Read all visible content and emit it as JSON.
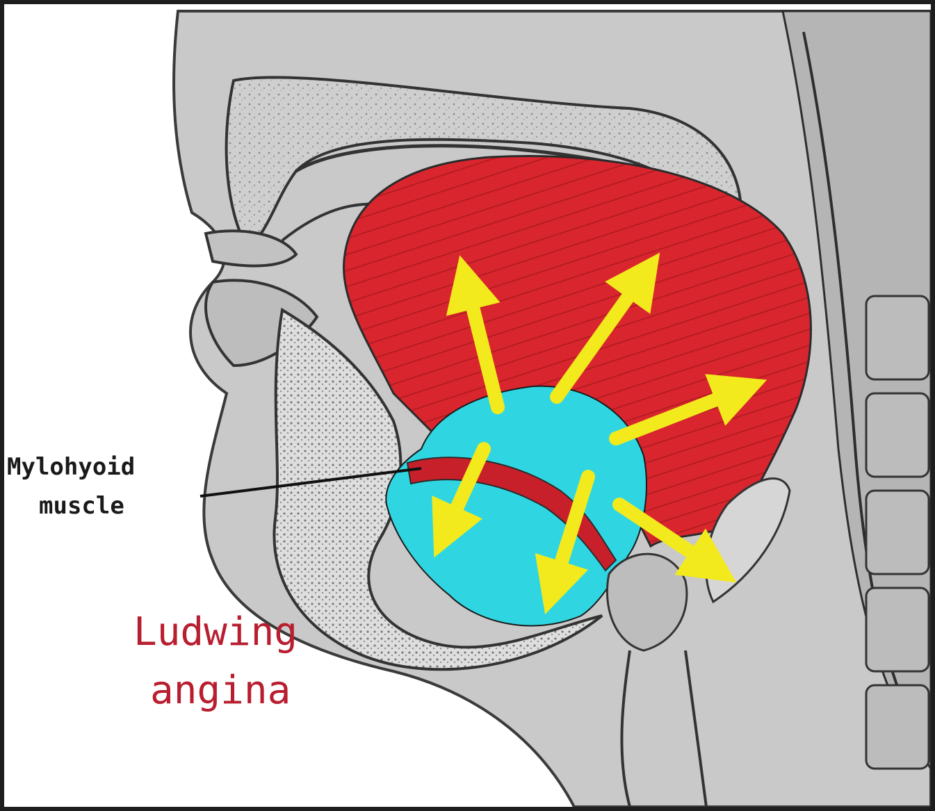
{
  "labels": {
    "muscle_line1": "Mylohyoid",
    "muscle_line2": "muscle",
    "title_line1": "Ludwing",
    "title_line2": "angina"
  },
  "colors": {
    "tongue": "#d9262e",
    "abscess": "#2fd6e2",
    "arrows": "#f2ea1c",
    "title_text": "#b81e2f",
    "tissue_gray": "#c9c9c9"
  },
  "icons": {
    "arrow": "spread-arrow-icon"
  }
}
